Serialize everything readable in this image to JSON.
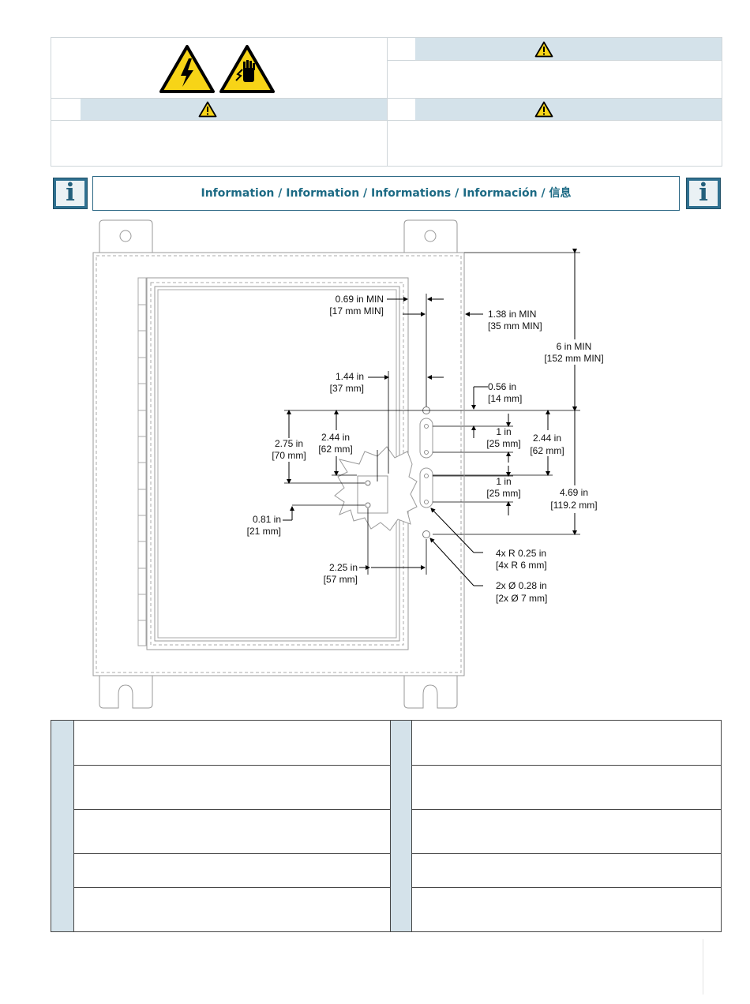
{
  "info_header": {
    "title": "Information / Information / Informations / Información / 信息",
    "icon_letter": "i"
  },
  "dimensions": {
    "d1": "0.69 in MIN",
    "d1_mm": "[17 mm MIN]",
    "d2": "1.38 in MIN",
    "d2_mm": "[35 mm MIN]",
    "d3": "6 in MIN",
    "d3_mm": "[152 mm MIN]",
    "d4": "1.44 in",
    "d4_mm": "[37 mm]",
    "d5": "0.56 in",
    "d5_mm": "[14 mm]",
    "d6": "2.75 in",
    "d6_mm": "[70 mm]",
    "d7": "2.44 in",
    "d7_mm": "[62 mm]",
    "d8": "1 in",
    "d8_mm": "[25 mm]",
    "d9": "2.44 in",
    "d9_mm": "[62 mm]",
    "d10": "1 in",
    "d10_mm": "[25 mm]",
    "d11": "4.69 in",
    "d11_mm": "[119.2 mm]",
    "d12": "0.81 in",
    "d12_mm": "[21 mm]",
    "d13": "2.25 in",
    "d13_mm": "[57 mm]",
    "d14": "4x R 0.25 in",
    "d14_mm": "[4x R 6 mm]",
    "d15": "2x Ø 0.28 in",
    "d15_mm": "[2x Ø 7 mm]"
  },
  "colors": {
    "accent": "#1c6a84",
    "header_fill": "#d4e2ea",
    "warning_yellow": "#f7d417"
  }
}
